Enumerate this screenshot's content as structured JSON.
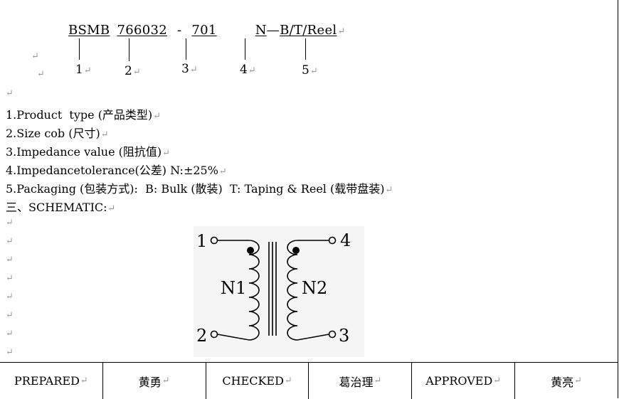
{
  "part_number": {
    "series": "BSMB",
    "size": "766032",
    "dash": "-",
    "impedance": "701",
    "tolerance": "N",
    "dash2": "—",
    "packaging": "B/T/Reel"
  },
  "return_mark": "↵",
  "callouts": [
    "1",
    "2",
    "3",
    "4",
    "5"
  ],
  "lines": [
    "1.Product  type (产品类型)",
    "2.Size cob (尺寸)",
    "3.Impedance value (阻抗值)",
    "4.Impedancetolerance(公差) N:±25%",
    "5.Packaging (包装方式):  B: Bulk (散装)  T: Taping & Reel (载带盘装)",
    "三、SCHEMATIC:"
  ],
  "schematic": {
    "pin1": "1",
    "pin2": "2",
    "pin3": "3",
    "pin4": "4",
    "winding1": "N1",
    "winding2": "N2"
  },
  "footer": [
    "PREPARED",
    "黄勇",
    "CHECKED",
    "葛治理",
    "APPROVED",
    "黄亮"
  ]
}
